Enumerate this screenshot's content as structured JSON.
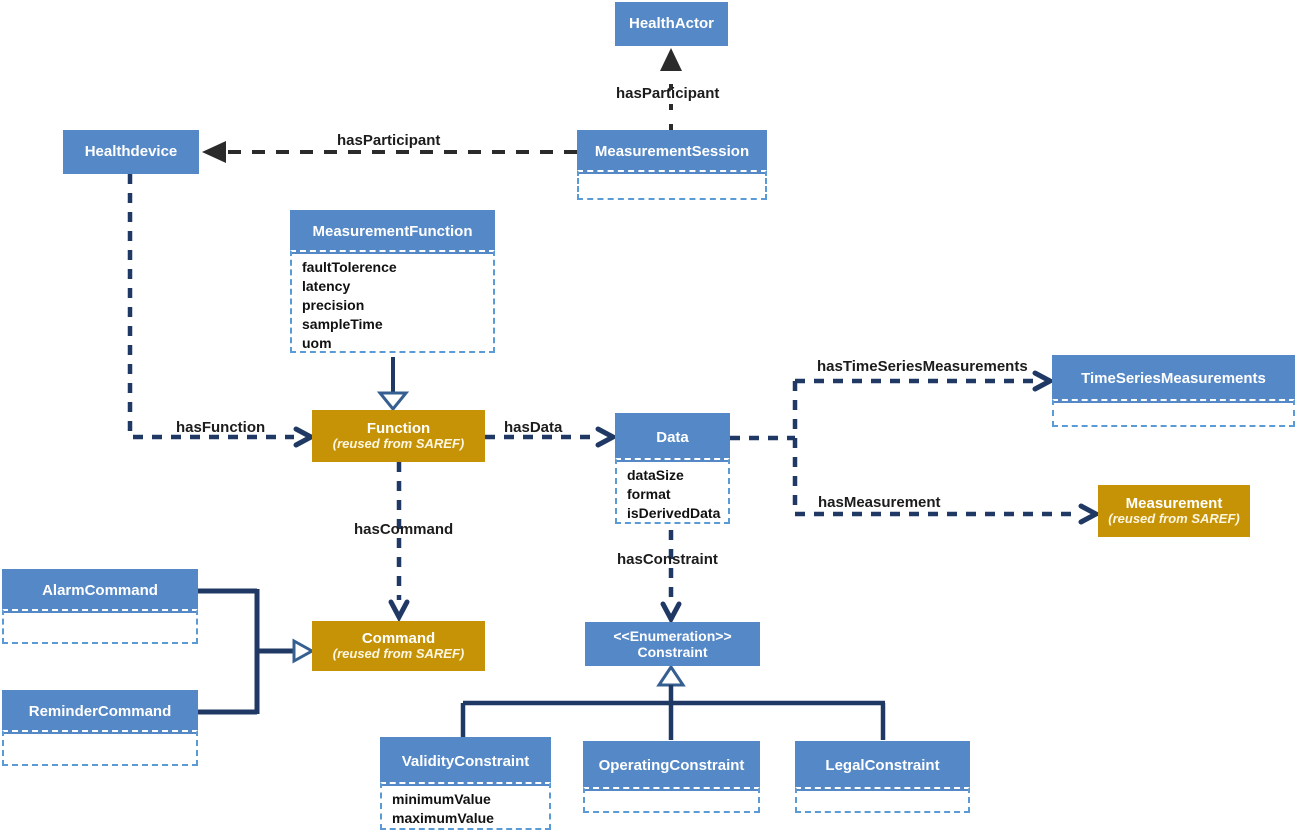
{
  "colors": {
    "class_blue": "#5588C7",
    "class_gold": "#C69306",
    "navy_line": "#1F3864",
    "black_line": "#2B2B2B",
    "dashed_border_blue": "#5B9BD5",
    "triangle_outline": "#365F91"
  },
  "nodes": {
    "healthActor": {
      "label": "HealthActor"
    },
    "measurementSession": {
      "label": "MeasurementSession",
      "attributes": []
    },
    "healthdevice": {
      "label": "Healthdevice"
    },
    "measurementFunction": {
      "label": "MeasurementFunction",
      "attributes": [
        "faultTolerence",
        "latency",
        "precision",
        "sampleTime",
        "uom"
      ]
    },
    "function": {
      "label": "Function",
      "sublabel": "(reused from SAREF)"
    },
    "data": {
      "label": "Data",
      "attributes": [
        "dataSize",
        "format",
        "isDerivedData"
      ]
    },
    "timeSeriesMeasurements": {
      "label": "TimeSeriesMeasurements",
      "attributes": []
    },
    "measurement": {
      "label": "Measurement",
      "sublabel": "(reused from SAREF)"
    },
    "command": {
      "label": "Command",
      "sublabel": "(reused from SAREF)"
    },
    "alarmCommand": {
      "label": "AlarmCommand",
      "attributes": []
    },
    "reminderCommand": {
      "label": "ReminderCommand",
      "attributes": []
    },
    "constraint": {
      "stereotype": "<<Enumeration>>",
      "label": "Constraint"
    },
    "validityConstraint": {
      "label": "ValidityConstraint",
      "attributes": [
        "minimumValue",
        "maximumValue"
      ]
    },
    "operatingConstraint": {
      "label": "OperatingConstraint",
      "attributes": []
    },
    "legalConstraint": {
      "label": "LegalConstraint",
      "attributes": []
    }
  },
  "edges": {
    "hasParticipantActor": {
      "label": "hasParticipant"
    },
    "hasParticipantDevice": {
      "label": "hasParticipant"
    },
    "hasFunction": {
      "label": "hasFunction"
    },
    "hasData": {
      "label": "hasData"
    },
    "hasTimeSeriesMeasurements": {
      "label": "hasTimeSeriesMeasurements"
    },
    "hasMeasurement": {
      "label": "hasMeasurement"
    },
    "hasCommand": {
      "label": "hasCommand"
    },
    "hasConstraint": {
      "label": "hasConstraint"
    }
  }
}
